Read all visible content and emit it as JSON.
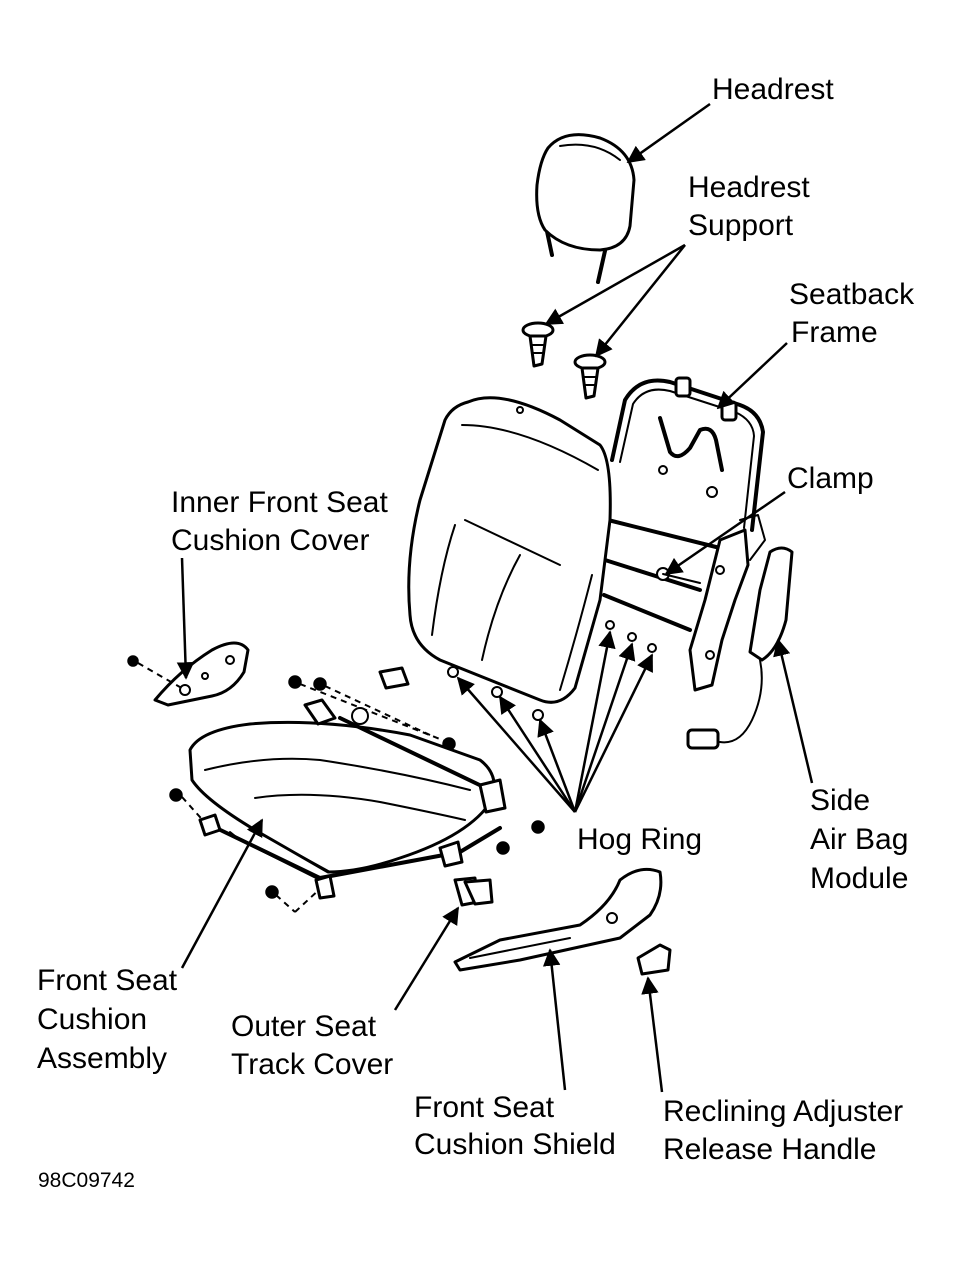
{
  "diagram": {
    "figure_code": "98C09742",
    "labels": {
      "headrest": [
        "Headrest"
      ],
      "headrest_support": [
        "Headrest",
        "Support"
      ],
      "seatback_frame": [
        "Seatback",
        "Frame"
      ],
      "clamp": [
        "Clamp"
      ],
      "inner_cover": [
        "Inner Front Seat",
        "Cushion Cover"
      ],
      "side_airbag": [
        "Side",
        "Air Bag",
        "Module"
      ],
      "hog_ring": [
        "Hog Ring"
      ],
      "cushion_assembly": [
        "Front Seat",
        "Cushion",
        "Assembly"
      ],
      "outer_track_cover": [
        "Outer Seat",
        "Track Cover"
      ],
      "cushion_shield": [
        "Front Seat",
        "Cushion Shield"
      ],
      "recline_handle": [
        "Reclining Adjuster",
        "Release Handle"
      ]
    }
  }
}
